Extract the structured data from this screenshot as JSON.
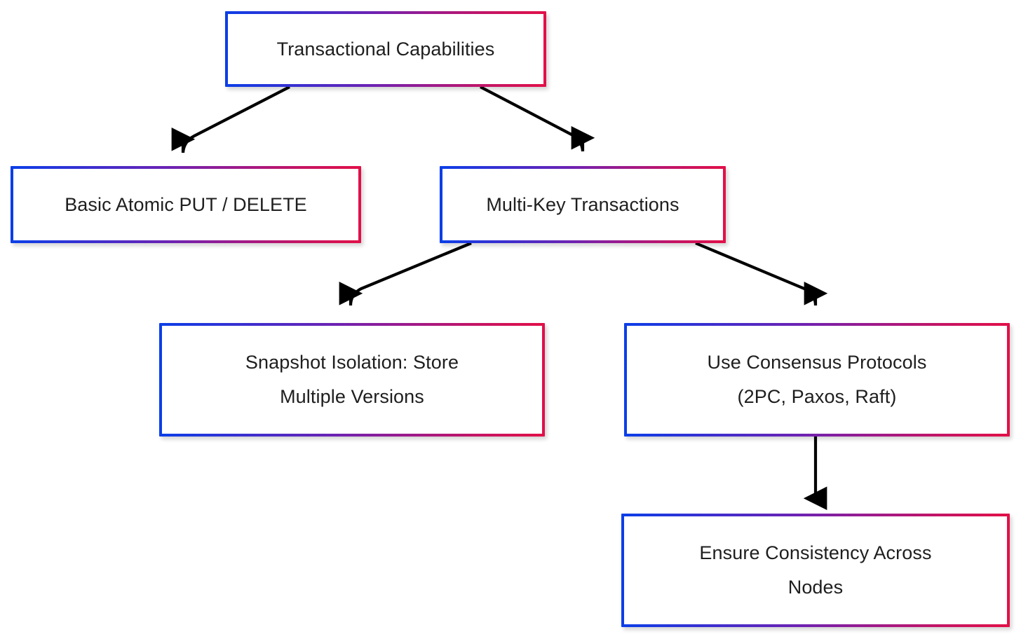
{
  "diagram": {
    "type": "flowchart",
    "direction": "top-down",
    "background_color": "#ffffff",
    "node_border_gradient": {
      "from": "#0b3fe8",
      "mid": "#6b23b4",
      "to": "#e21048",
      "direction": "left-to-right"
    },
    "edge_color": "#000000",
    "text_color": "#1e1e1e",
    "nodes": [
      {
        "id": "root",
        "label": "Transactional Capabilities"
      },
      {
        "id": "basic_put",
        "label": "Basic Atomic PUT / DELETE"
      },
      {
        "id": "multikey",
        "label": "Multi-Key Transactions"
      },
      {
        "id": "snapshot",
        "label": "Snapshot Isolation: Store\nMultiple Versions"
      },
      {
        "id": "consensus",
        "label": "Use Consensus Protocols\n(2PC, Paxos, Raft)"
      },
      {
        "id": "consistency",
        "label": "Ensure Consistency Across\nNodes"
      }
    ],
    "edges": [
      {
        "from": "root",
        "to": "basic_put",
        "style": "curved-arrow"
      },
      {
        "from": "root",
        "to": "multikey",
        "style": "curved-arrow"
      },
      {
        "from": "multikey",
        "to": "snapshot",
        "style": "curved-arrow"
      },
      {
        "from": "multikey",
        "to": "consensus",
        "style": "curved-arrow"
      },
      {
        "from": "consensus",
        "to": "consistency",
        "style": "straight-arrow"
      }
    ]
  }
}
